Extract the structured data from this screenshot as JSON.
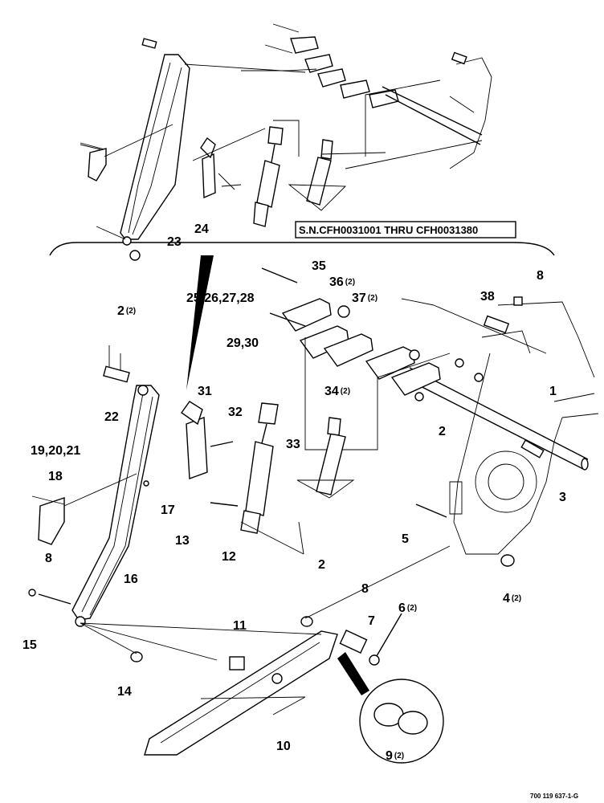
{
  "serial_box": "S.N.CFH0031001 THRU CFH0031380",
  "drawing_code": "700 119 637-1-G",
  "callouts": [
    {
      "id": "23",
      "text": "23",
      "qty": ""
    },
    {
      "id": "24",
      "text": "24",
      "qty": ""
    },
    {
      "id": "35",
      "text": "35",
      "qty": ""
    },
    {
      "id": "36",
      "text": "36",
      "qty": "(2)"
    },
    {
      "id": "8a",
      "text": "8",
      "qty": ""
    },
    {
      "id": "38",
      "text": "38",
      "qty": ""
    },
    {
      "id": "25",
      "text": "25,26,27,28",
      "qty": ""
    },
    {
      "id": "37",
      "text": "37",
      "qty": "(2)"
    },
    {
      "id": "2a",
      "text": "2",
      "qty": "(2)"
    },
    {
      "id": "29",
      "text": "29,30",
      "qty": ""
    },
    {
      "id": "31",
      "text": "31",
      "qty": ""
    },
    {
      "id": "22",
      "text": "22",
      "qty": ""
    },
    {
      "id": "34",
      "text": "34",
      "qty": "(2)"
    },
    {
      "id": "1",
      "text": "1",
      "qty": ""
    },
    {
      "id": "32",
      "text": "32",
      "qty": ""
    },
    {
      "id": "2b",
      "text": "2",
      "qty": ""
    },
    {
      "id": "19",
      "text": "19,20,21",
      "qty": ""
    },
    {
      "id": "33",
      "text": "33",
      "qty": ""
    },
    {
      "id": "18",
      "text": "18",
      "qty": ""
    },
    {
      "id": "3",
      "text": "3",
      "qty": ""
    },
    {
      "id": "17",
      "text": "17",
      "qty": ""
    },
    {
      "id": "13",
      "text": "13",
      "qty": ""
    },
    {
      "id": "5",
      "text": "5",
      "qty": ""
    },
    {
      "id": "12",
      "text": "12",
      "qty": ""
    },
    {
      "id": "2c",
      "text": "2",
      "qty": ""
    },
    {
      "id": "8b",
      "text": "8",
      "qty": ""
    },
    {
      "id": "16",
      "text": "16",
      "qty": ""
    },
    {
      "id": "4",
      "text": "4",
      "qty": "(2)"
    },
    {
      "id": "8c",
      "text": "8",
      "qty": ""
    },
    {
      "id": "6",
      "text": "6",
      "qty": "(2)"
    },
    {
      "id": "15",
      "text": "15",
      "qty": ""
    },
    {
      "id": "11",
      "text": "11",
      "qty": ""
    },
    {
      "id": "7",
      "text": "7",
      "qty": ""
    },
    {
      "id": "14",
      "text": "14",
      "qty": ""
    },
    {
      "id": "10",
      "text": "10",
      "qty": ""
    },
    {
      "id": "9",
      "text": "9",
      "qty": "(2)"
    }
  ]
}
